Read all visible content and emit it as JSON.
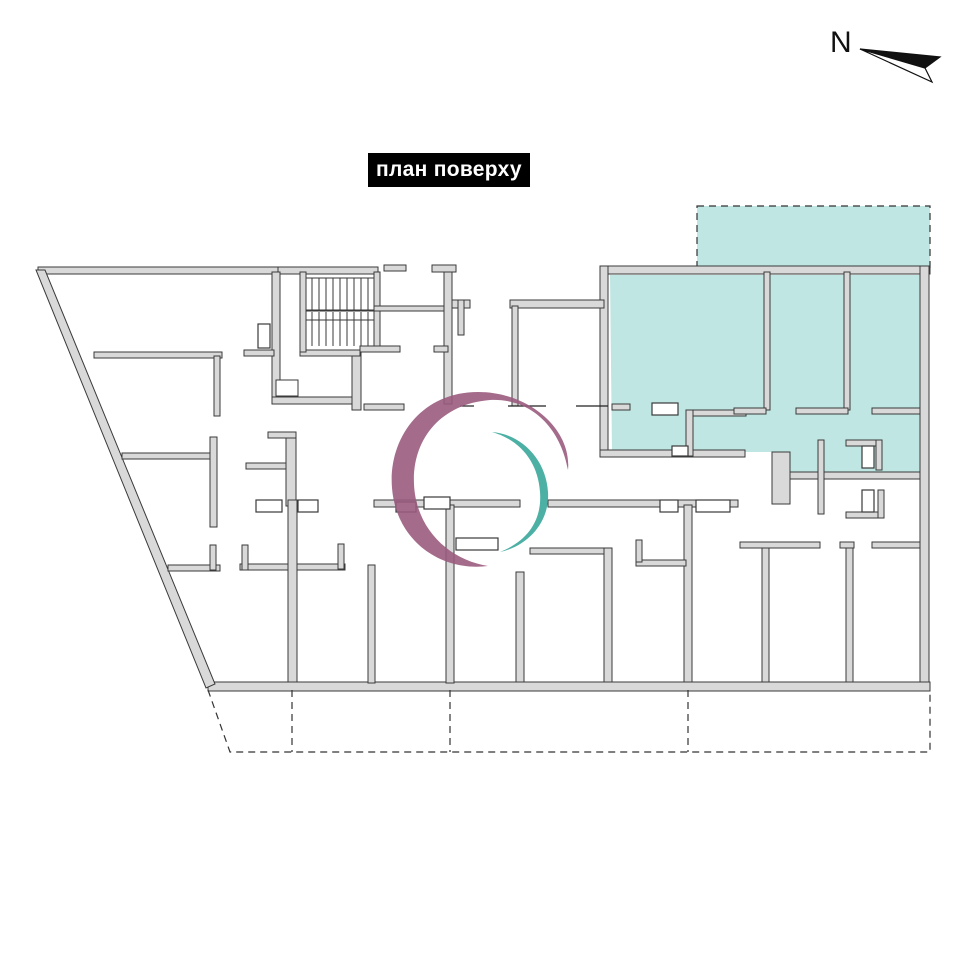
{
  "floor_title": "план поверху",
  "compass": {
    "label": "N",
    "icon": "north-arrow-icon"
  },
  "colors": {
    "wall_fill": "#d9d9d9",
    "wall_stroke": "#3a3a3a",
    "highlight": "#bfe6e2",
    "logo_outer": "#9a5b7e",
    "logo_inner": "#3aa79a"
  },
  "logo": {
    "icon": "developer-swirl-logo"
  }
}
